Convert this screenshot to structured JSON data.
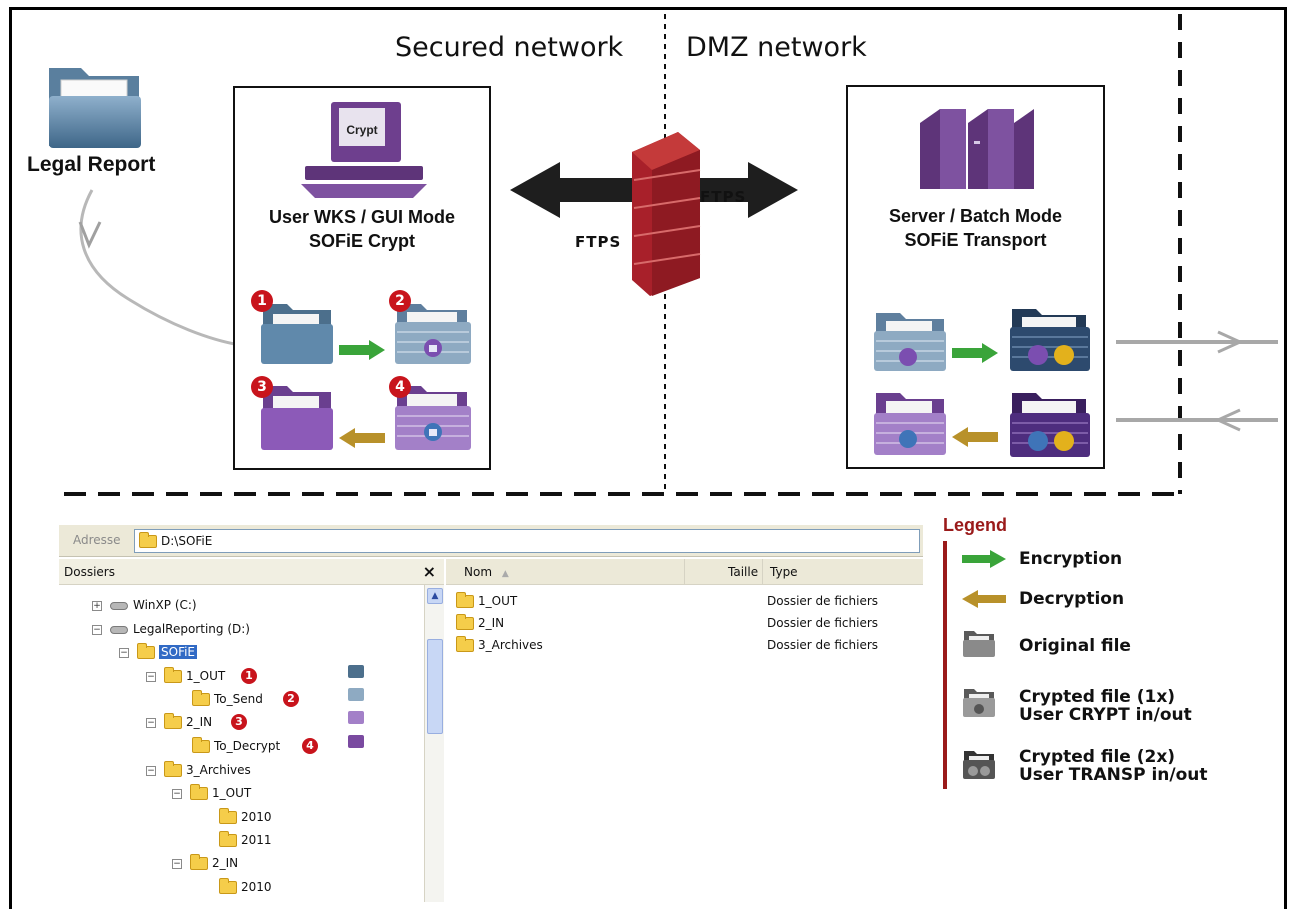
{
  "titles": {
    "secured": "Secured network",
    "dmz": "DMZ network"
  },
  "legal_report": "Legal Report",
  "workstation": {
    "screen_text": "Crypt",
    "label_line1": "User WKS / GUI Mode",
    "label_line2": "SOFiE Crypt"
  },
  "server": {
    "label_line1": "Server / Batch Mode",
    "label_line2": "SOFiE Transport"
  },
  "ftps": {
    "left_label": "FTPS",
    "right_label": "FTPS"
  },
  "steps": [
    "1",
    "2",
    "3",
    "4"
  ],
  "explorer": {
    "address_label": "Adresse",
    "address_value": "D:\\SOFiE",
    "folders_header": "Dossiers",
    "close_label": "×",
    "columns": {
      "name": "Nom",
      "size": "Taille",
      "type": "Type"
    },
    "tree": [
      {
        "label": "WinXP (C:)",
        "toggle": "+"
      },
      {
        "label": "LegalReporting (D:)",
        "toggle": "−"
      },
      {
        "label": "SOFiE",
        "toggle": "−"
      },
      {
        "label": "1_OUT",
        "toggle": "−"
      },
      {
        "label": "To_Send",
        "toggle": ""
      },
      {
        "label": "2_IN",
        "toggle": "−"
      },
      {
        "label": "To_Decrypt",
        "toggle": ""
      },
      {
        "label": "3_Archives",
        "toggle": "−"
      },
      {
        "label": "1_OUT",
        "toggle": "−"
      },
      {
        "label": "2010",
        "toggle": ""
      },
      {
        "label": "2011",
        "toggle": ""
      },
      {
        "label": "2_IN",
        "toggle": "−"
      },
      {
        "label": "2010",
        "toggle": ""
      }
    ],
    "files": [
      {
        "name": "1_OUT",
        "type": "Dossier de fichiers"
      },
      {
        "name": "2_IN",
        "type": "Dossier de fichiers"
      },
      {
        "name": "3_Archives",
        "type": "Dossier de fichiers"
      }
    ]
  },
  "legend": {
    "title": "Legend",
    "encryption": "Encryption",
    "decryption": "Decryption",
    "original": "Original file",
    "crypted1_line1": "Crypted file (1x)",
    "crypted1_line2": "User CRYPT in/out",
    "crypted2_line1": "Crypted file (2x)",
    "crypted2_line2": "User TRANSP in/out"
  },
  "colors": {
    "encrypt_arrow": "#3aa43a",
    "decrypt_arrow": "#b8912a",
    "badge": "#c8141c",
    "legend_accent": "#9a1a1a",
    "folder_blue": "#4d7294",
    "folder_purple": "#7a4aa0",
    "firewall": "#b8262a"
  }
}
